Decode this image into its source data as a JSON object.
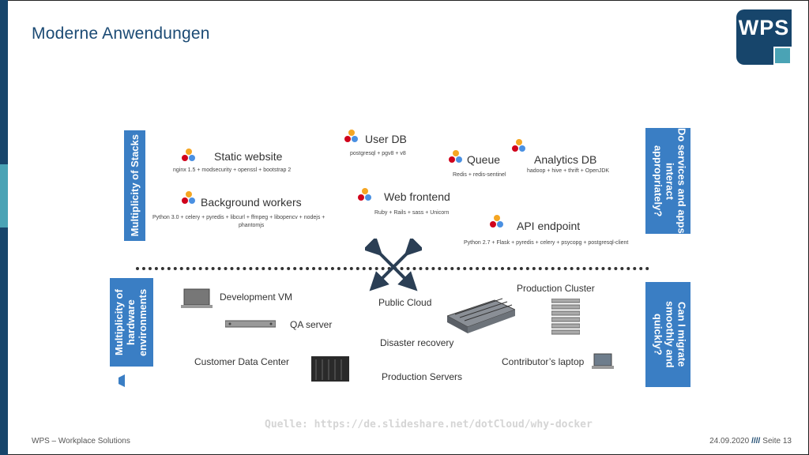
{
  "slide": {
    "title": "Moderne Anwendungen",
    "logo_text": "WPS",
    "footer_left": "WPS – Workplace Solutions",
    "footer_date": "24.09.2020",
    "footer_sep": "////",
    "footer_page": "Seite 13",
    "source": "Quelle: https://de.slideshare.net/dotCloud/why-docker"
  },
  "diagram": {
    "side_top_left": "Multiplicity of Stacks",
    "side_bottom_left": "Multiplicity of hardware environments",
    "side_top_right": "Do services and apps interact appropriately?",
    "side_bottom_right": "Can I migrate smoothly and quickly?",
    "stacks": [
      {
        "name": "Static website",
        "detail": "nginx 1.5 + modsecurity + openssl + bootstrap 2"
      },
      {
        "name": "User DB",
        "detail": "postgresql + pgv8 + v8"
      },
      {
        "name": "Queue",
        "detail": "Redis + redis-sentinel"
      },
      {
        "name": "Analytics DB",
        "detail": "hadoop + hive + thrift + OpenJDK"
      },
      {
        "name": "Background workers",
        "detail": "Python 3.0 + celery + pyredis + libcurl + ffmpeg + libopencv + nodejs +",
        "detail2": "phantomjs"
      },
      {
        "name": "Web frontend",
        "detail": "Ruby + Rails + sass + Unicorn"
      },
      {
        "name": "API endpoint",
        "detail": "Python 2.7 + Flask + pyredis + celery + psycopg + postgresql-client"
      }
    ],
    "environments": {
      "dev_vm": "Development VM",
      "qa_server": "QA server",
      "customer_dc": "Customer Data Center",
      "public_cloud": "Public Cloud",
      "disaster_recovery": "Disaster recovery",
      "production_servers": "Production Servers",
      "production_cluster": "Production Cluster",
      "contributor_laptop": "Contributor’s laptop"
    },
    "colors": {
      "box": "#3a7ec4",
      "brand": "#17456b",
      "accent": "#4aa3b5"
    }
  }
}
